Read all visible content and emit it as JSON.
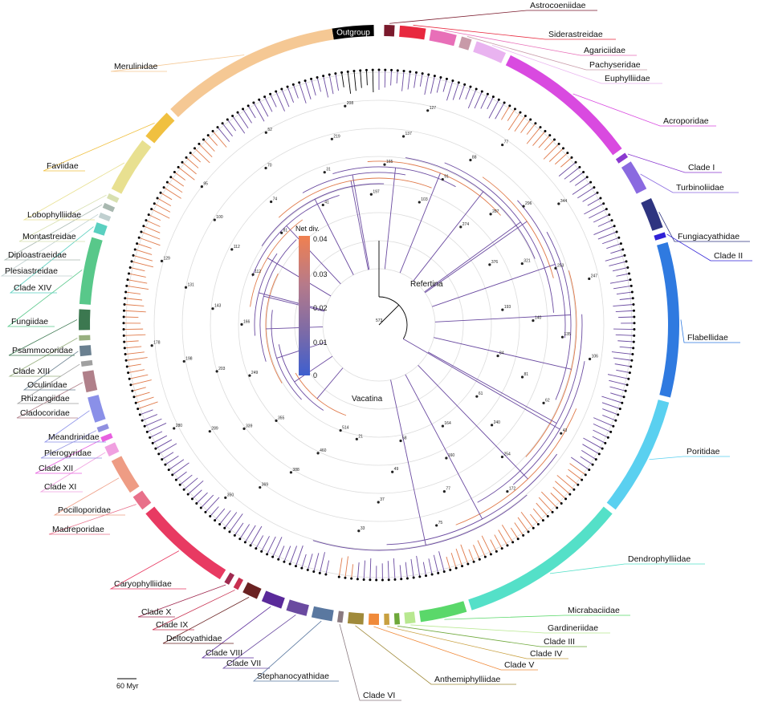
{
  "center_labels": {
    "refertina": "Refertina",
    "vacatina": "Vacatina"
  },
  "root_age": "573",
  "scale_bar": "60 Myr",
  "legend": {
    "title": "Net div.",
    "ticks": [
      "0.04",
      "0.03",
      "0.02",
      "0.01",
      "0"
    ],
    "colors": [
      "#f08050",
      "#b67a8a",
      "#7a6aa8",
      "#3e5fcf"
    ]
  },
  "node_ages": [
    "514",
    "460",
    "388",
    "369",
    "350",
    "355",
    "339",
    "289",
    "280",
    "249",
    "203",
    "198",
    "178",
    "166",
    "143",
    "131",
    "129",
    "112",
    "112",
    "100",
    "95",
    "81",
    "74",
    "70",
    "52",
    "41",
    "31",
    "219",
    "208",
    "197",
    "165",
    "137",
    "127",
    "103",
    "91",
    "88",
    "77",
    "274",
    "287",
    "296",
    "344",
    "376",
    "321",
    "253",
    "247",
    "193",
    "140",
    "135",
    "106",
    "84",
    "81",
    "62",
    "43",
    "61",
    "240",
    "254",
    "172",
    "164",
    "160",
    "77",
    "75",
    "58",
    "49",
    "37",
    "33",
    "21"
  ],
  "families": [
    {
      "name": "Outgroup",
      "color": "#000000"
    },
    {
      "name": "Astrocoeniidae",
      "color": "#7a1a2c"
    },
    {
      "name": "Siderastreidae",
      "color": "#e8293f"
    },
    {
      "name": "Agariciidae",
      "color": "#e86fb8"
    },
    {
      "name": "Pachyseridae",
      "color": "#c89aa8"
    },
    {
      "name": "Euphylliidae",
      "color": "#e9b3f0"
    },
    {
      "name": "Acroporidae",
      "color": "#d94ae0"
    },
    {
      "name": "Clade I",
      "color": "#8b3ad0"
    },
    {
      "name": "Turbinoliidae",
      "color": "#8a6ae0"
    },
    {
      "name": "Fungiacyathidae",
      "color": "#2e3480"
    },
    {
      "name": "Clade II",
      "color": "#3021d6"
    },
    {
      "name": "Flabellidae",
      "color": "#2f7ae0"
    },
    {
      "name": "Poritidae",
      "color": "#5ad0f0"
    },
    {
      "name": "Dendrophylliidae",
      "color": "#54e0c8"
    },
    {
      "name": "Micrabaciidae",
      "color": "#5ad86a"
    },
    {
      "name": "Gardineriidae",
      "color": "#b8e890"
    },
    {
      "name": "Clade III",
      "color": "#6ea83a"
    },
    {
      "name": "Clade IV",
      "color": "#c8a040"
    },
    {
      "name": "Clade V",
      "color": "#f08a3a"
    },
    {
      "name": "Anthemiphylliidae",
      "color": "#a08a3a"
    },
    {
      "name": "Clade VI",
      "color": "#8a7a80"
    },
    {
      "name": "Stephanocyathidae",
      "color": "#5a78a0"
    },
    {
      "name": "Clade VII",
      "color": "#6a4aa0"
    },
    {
      "name": "Clade VIII",
      "color": "#5a2a9a"
    },
    {
      "name": "Deltocyathidae",
      "color": "#6a2222"
    },
    {
      "name": "Clade IX",
      "color": "#c83050"
    },
    {
      "name": "Clade X",
      "color": "#a02a50"
    },
    {
      "name": "Caryophylliidae",
      "color": "#e83a62"
    },
    {
      "name": "Madreporidae",
      "color": "#e8708a"
    },
    {
      "name": "Pocilloporidae",
      "color": "#ee9c84"
    },
    {
      "name": "Clade XI",
      "color": "#f0a0e0"
    },
    {
      "name": "Clade XII",
      "color": "#e860e0"
    },
    {
      "name": "Plerogyridae",
      "color": "#9090e0"
    },
    {
      "name": "Meandrinidae",
      "color": "#8a90e8"
    },
    {
      "name": "Cladocoridae",
      "color": "#b0808a"
    },
    {
      "name": "Rhizangiidae",
      "color": "#a0a0a0"
    },
    {
      "name": "Oculinidae",
      "color": "#6a8090"
    },
    {
      "name": "Clade XIII",
      "color": "#98b080"
    },
    {
      "name": "Psammocoridae",
      "color": "#3c7850"
    },
    {
      "name": "Fungiidae",
      "color": "#58c88a"
    },
    {
      "name": "Clade XIV",
      "color": "#5ad0c0"
    },
    {
      "name": "Plesiastreidae",
      "color": "#c0d0d0"
    },
    {
      "name": "Diploastraeidae",
      "color": "#a8b8b0"
    },
    {
      "name": "Montastreidae",
      "color": "#d8e0b0"
    },
    {
      "name": "Lobophylliidae",
      "color": "#e8e090"
    },
    {
      "name": "Faviidae",
      "color": "#f0c040"
    },
    {
      "name": "Merulinidae",
      "color": "#f5c894"
    }
  ]
}
